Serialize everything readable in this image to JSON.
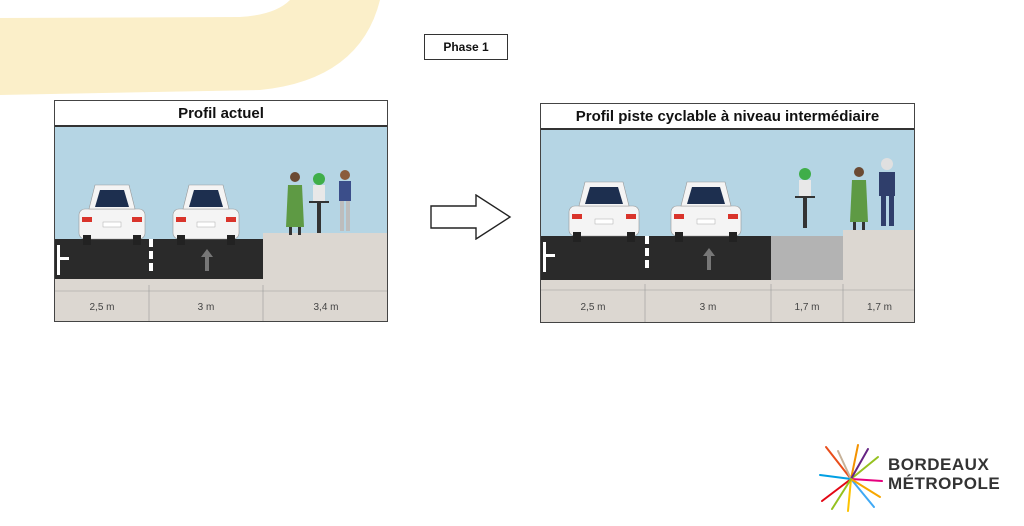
{
  "phase_label": "Phase 1",
  "current_profile": {
    "title": "Profil actuel",
    "lanes": [
      {
        "width": "2,5 m"
      },
      {
        "width": "3 m"
      },
      {
        "width": "3,4 m"
      }
    ]
  },
  "proposed_profile": {
    "title": "Profil piste cyclable à niveau intermédiaire",
    "lanes": [
      {
        "width": "2,5 m"
      },
      {
        "width": "3 m"
      },
      {
        "width": "1,7 m"
      },
      {
        "width": "1,7 m"
      }
    ]
  },
  "logo": {
    "line1": "BORDEAUX",
    "line2": "MÉTROPOLE"
  },
  "colors": {
    "sky": "#b5d5e4",
    "road": "#2a2a2a",
    "sidewalk": "#dcd7d1",
    "bike_track": "#b3b3b3",
    "decor_arc": "#fbefc9"
  }
}
